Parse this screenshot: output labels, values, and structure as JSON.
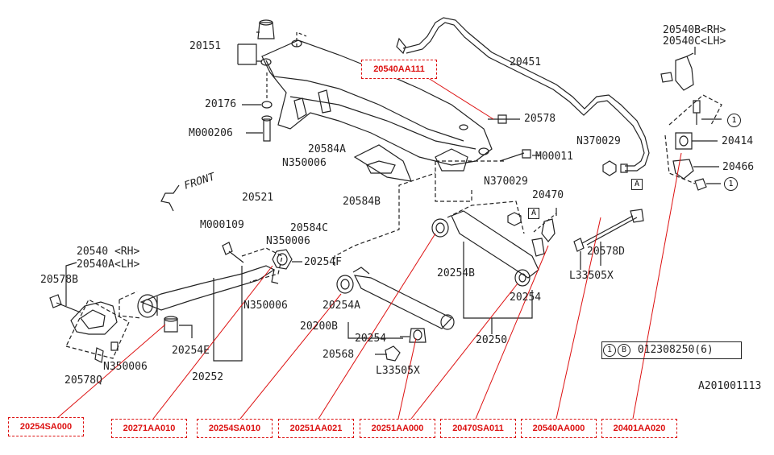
{
  "labels": {
    "l20151": "20151",
    "l20176": "20176",
    "lM000206": "M000206",
    "l20584A": "20584A",
    "lN350006a": "N350006",
    "l20521": "20521",
    "l20584B": "20584B",
    "l20584C": "20584C",
    "lN350006b": "N350006",
    "lM000109": "M000109",
    "l20540rh": "20540 <RH>",
    "l20540Alh": "20540A<LH>",
    "l20578B": "20578B",
    "l20254F": "20254F",
    "lN350006c": "N350006",
    "l20254E": "20254E",
    "lN350006d": "N350006",
    "l20578Q": "20578Q",
    "l20252": "20252",
    "l20254A": "20254A",
    "l20200B": "20200B",
    "l20254a": "20254",
    "l20568": "20568",
    "lL33505Xa": "L33505X",
    "l20254B": "20254B",
    "l20254b": "20254",
    "l20250": "20250",
    "l20451": "20451",
    "l20578": "20578",
    "lM00011": "M00011",
    "lN370029a": "N370029",
    "lN370029b": "N370029",
    "l20470": "20470",
    "l20578D": "20578D",
    "lL33505Xb": "L33505X",
    "l20540Brh": "20540B<RH>",
    "l20540Clh": "20540C<LH>",
    "l20414": "20414",
    "l20466": "20466",
    "l20540AA111": "20540AA111",
    "lA201001113": "A201001113",
    "front": "FRONT",
    "markA1": "A",
    "markA2": "A",
    "circ1": "1",
    "circ2": "1"
  },
  "legend": {
    "circle": "1",
    "bolt": "B",
    "code": "012308250(6)"
  },
  "part_numbers": [
    "20254SA000",
    "20271AA010",
    "20254SA010",
    "20251AA021",
    "20251AA000",
    "20470SA011",
    "20540AA000",
    "20401AA020"
  ],
  "colors": {
    "ink": "#222222",
    "callout": "#dd1111"
  }
}
